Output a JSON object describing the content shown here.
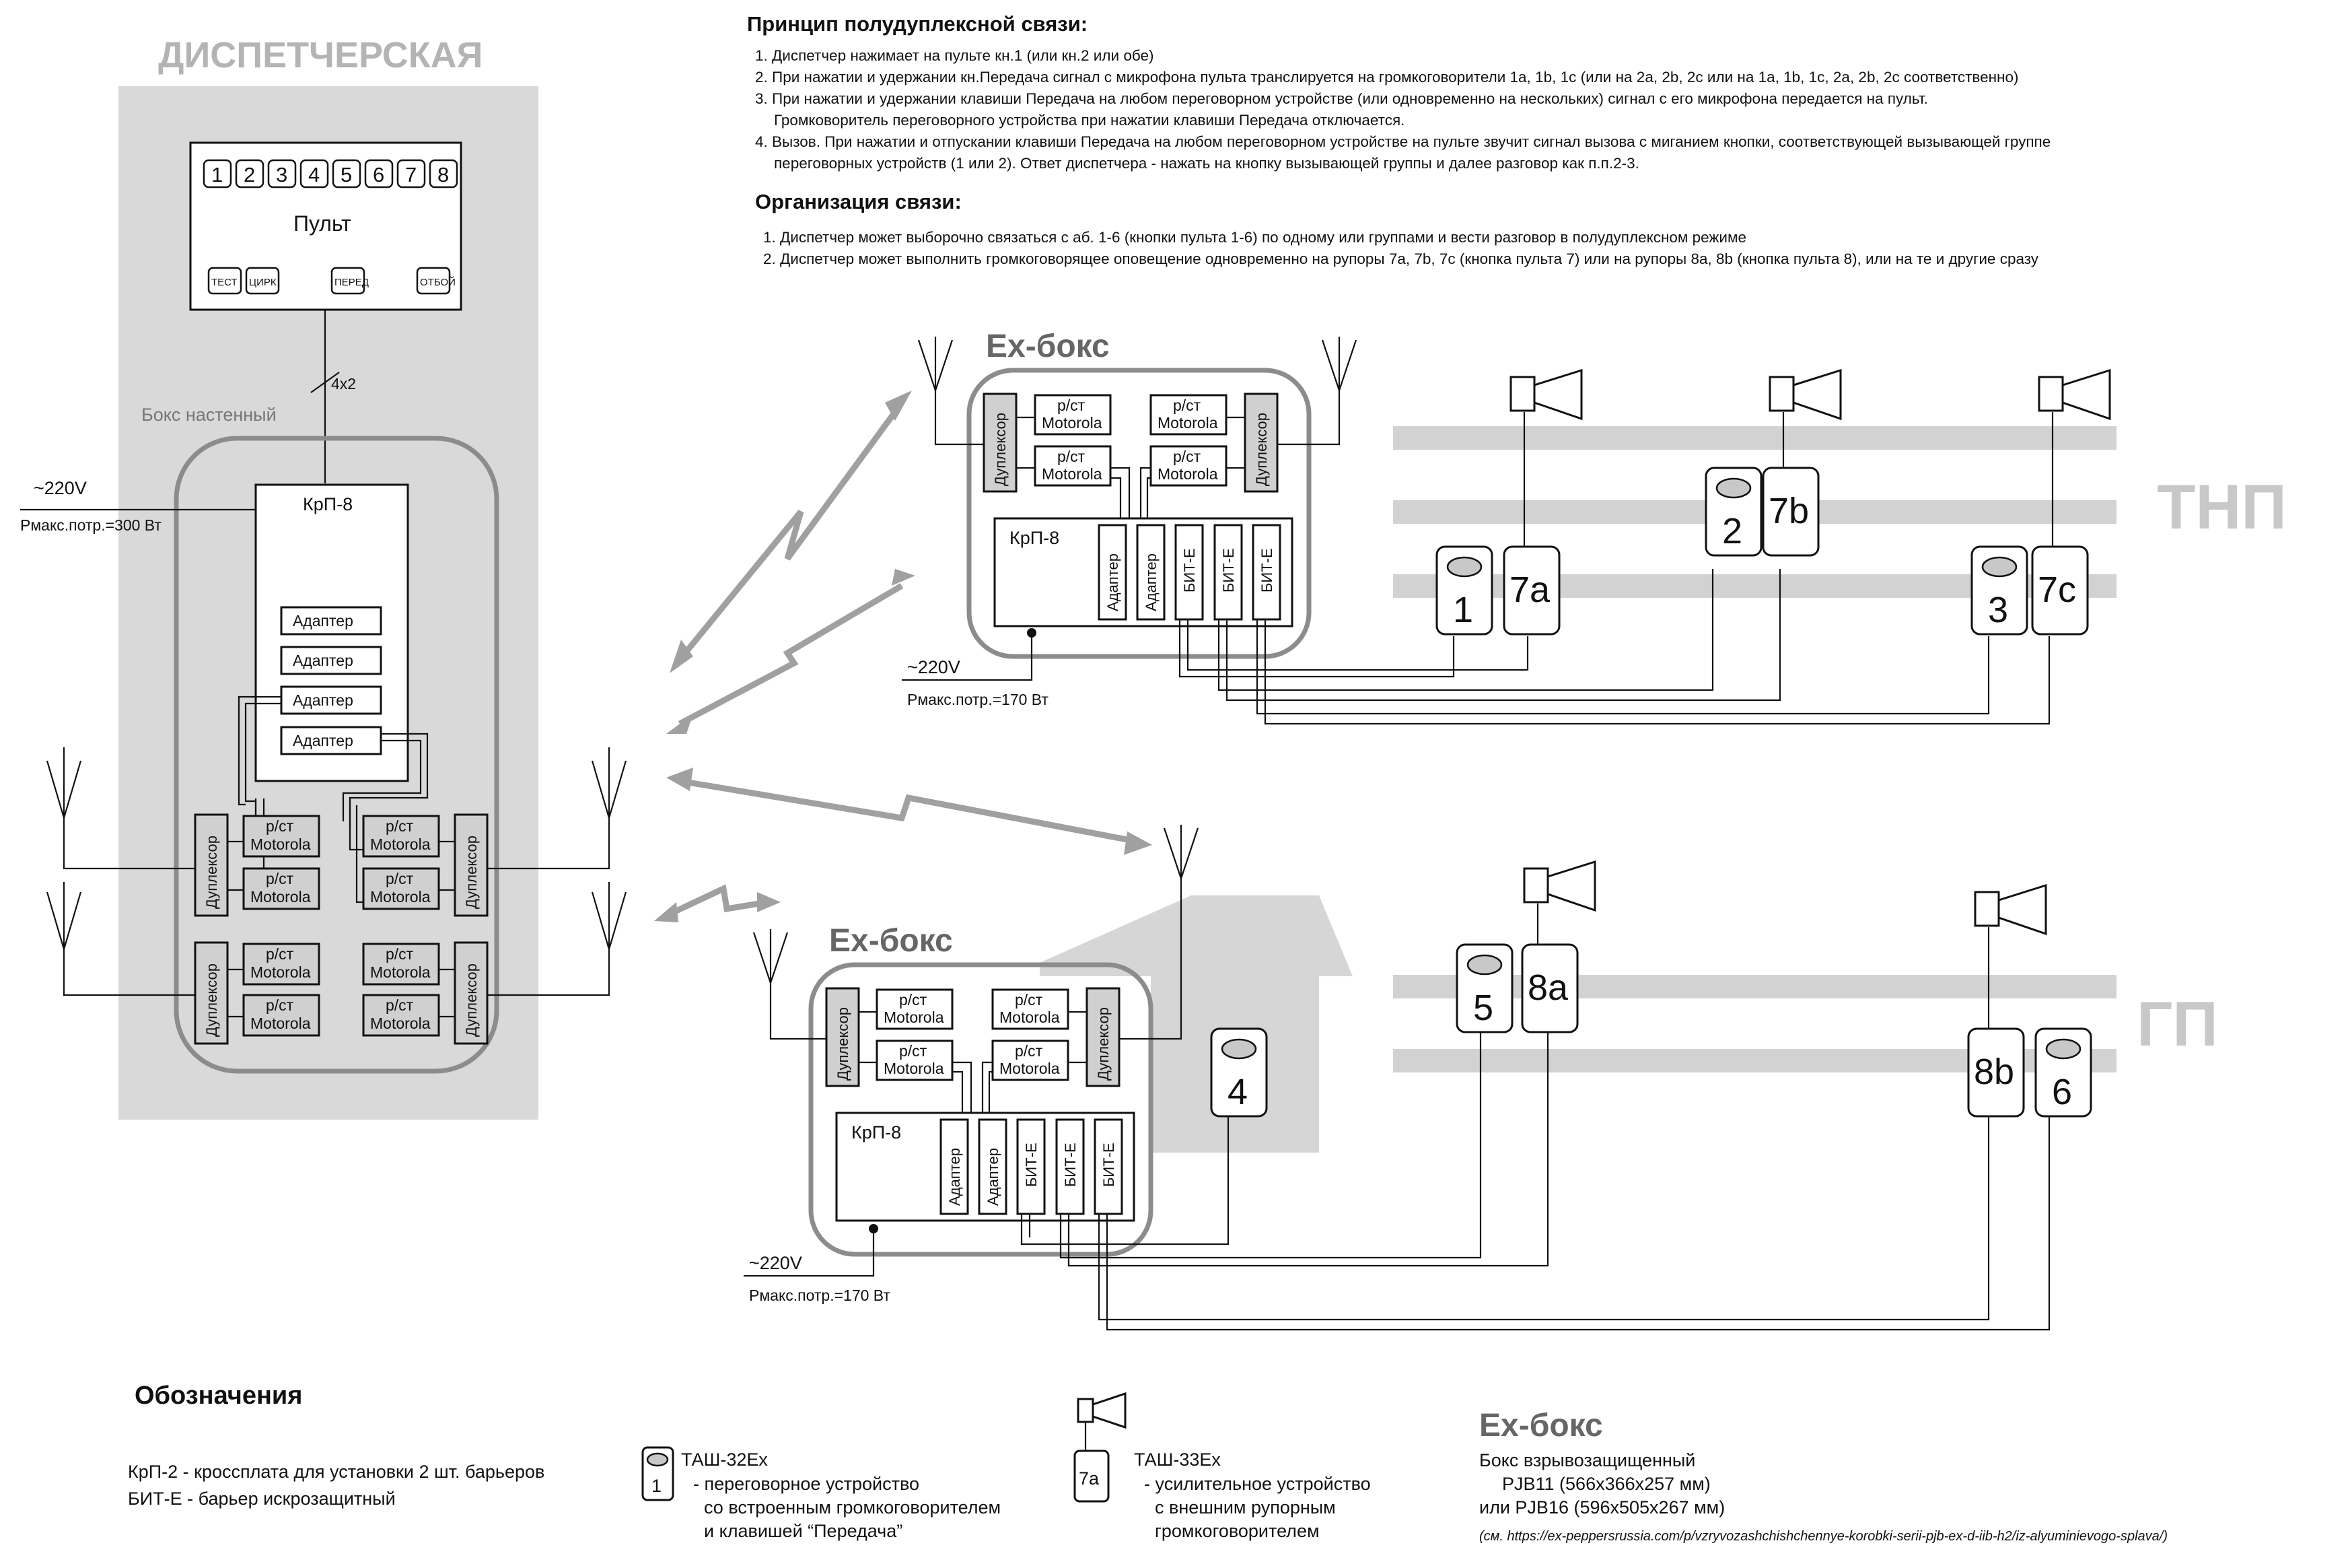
{
  "principle": {
    "title": "Принцип полудуплексной связи:",
    "items": [
      "1. Диспетчер нажимает на пульте кн.1 (или кн.2 или обе)",
      "2. При нажатии и удержании кн.Передача сигнал с микрофона пульта транслируется на громкоговорители 1а, 1b, 1c (или на 2а, 2b, 2c или на 1а, 1b, 1c, 2а, 2b, 2c соответственно)",
      "3. При нажатии и удержании клавиши Передача на любом переговорном устройстве (или одновременно на нескольких) сигнал с его микрофона передается на пульт.",
      "Громковоритель переговорного устройства при нажатии клавиши Передача отключается.",
      "4. Вызов. При нажатии и отпускании клавиши Передача на любом переговорном устройстве на пульте звучит сигнал вызова с миганием кнопки, соответствующей вызывающей группе",
      "переговорных устройств (1 или 2). Ответ диспетчера - нажать на кнопку вызывающей группы и далее разговор как п.п.2-3."
    ]
  },
  "organization": {
    "title": "Организация связи:",
    "items": [
      "1. Диспетчер может выборочно связаться с аб. 1-6 (кнопки пульта 1-6)  по одному или группами и вести разговор в полудуплексном режиме",
      "2. Диспетчер может выполнить громкоговорящее оповещение одновременно на рупоры 7а, 7b, 7c (кнопка пульта 7) или на рупоры 8а, 8b (кнопка пульта 8),  или на те и другие сразу"
    ]
  },
  "dispatch": {
    "title": "ДИСПЕТЧЕРСКАЯ",
    "console_label": "Пульт",
    "console_keys": [
      "1",
      "2",
      "3",
      "4",
      "5",
      "6",
      "7",
      "8"
    ],
    "console_buttons": [
      "ТЕСТ",
      "ЦИРК",
      "ПЕРЕД",
      "ОТБОЙ"
    ],
    "cable_label": "4х2",
    "box_label": "Бокс настенный",
    "power_label": "~220V",
    "power_max": "Рмакс.потр.=300 Вт",
    "krp_label": "КрП-8",
    "adapters": [
      "Адаптер",
      "Адаптер",
      "Адаптер",
      "Адаптер"
    ],
    "radio_label_1": "р/ст",
    "radio_label_2": "Motorola",
    "duplexer": "Дуплексор"
  },
  "exbox_top": {
    "title": "Ex-бокс",
    "krp": "КрП-8",
    "radio_label_1": "р/ст",
    "radio_label_2": "Motorola",
    "duplexer": "Дуплексор",
    "adapter": "Адаптер",
    "bit": "БИТ-Е",
    "power_label": "~220V",
    "power_max": "Рмакс.потр.=170 Вт"
  },
  "exbox_bottom": {
    "title": "Ex-бокс",
    "krp": "КрП-8",
    "radio_label_1": "р/ст",
    "radio_label_2": "Motorola",
    "duplexer": "Дуплексор",
    "adapter": "Адаптер",
    "bit": "БИТ-Е",
    "power_label": "~220V",
    "power_max": "Рмакс.потр.=170 Вт"
  },
  "zones": {
    "tnp": "ТНП",
    "gp": "ГП"
  },
  "stations": {
    "s1": "1",
    "s2": "2",
    "s3": "3",
    "s4": "4",
    "s5": "5",
    "s6": "6",
    "h7a": "7a",
    "h7b": "7b",
    "h7c": "7c",
    "h8a": "8a",
    "h8b": "8b"
  },
  "legend": {
    "title": "Обозначения",
    "krp2": "КрП-2  - кроссплата для установки 2 шт. барьеров",
    "bite": "БИТ-Е  - барьер искрозащитный",
    "tash32_title": "ТАШ-32Ex",
    "tash32_num": "1",
    "tash32_lines": [
      "- переговорное устройство",
      "со встроенным громкоговорителем",
      "и клавишей “Передача”"
    ],
    "tash33_title": "ТАШ-33Ex",
    "tash33_num": "7a",
    "tash33_lines": [
      "- усилительное устройство",
      "с внешним рупорным",
      "громкоговорителем"
    ],
    "exbox_title": "Ex-бокс",
    "exbox_lines": [
      "Бокс взрывозащищенный",
      "PJB11 (566х366х257 мм)",
      "или PJB16 (596х505х267 мм)"
    ],
    "exbox_url": "(см. https://ex-peppersrussia.com/p/vzryvozashchishchennye-korobki-serii-pjb-ex-d-iib-h2/iz-alyuminievogo-splava/)"
  }
}
